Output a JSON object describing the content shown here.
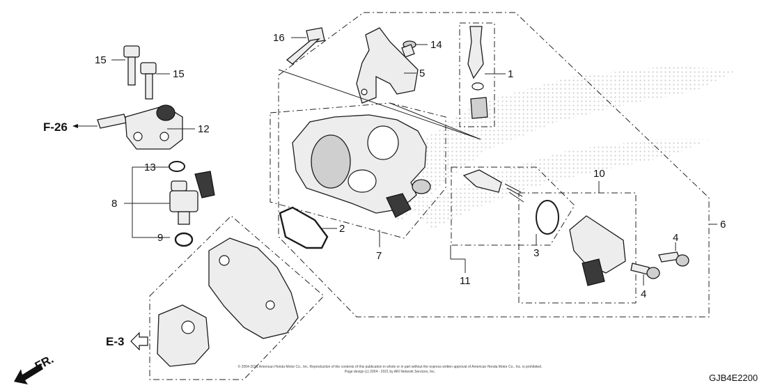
{
  "callouts": {
    "c1": "1",
    "c2": "2",
    "c3": "3",
    "c4a": "4",
    "c4b": "4",
    "c5": "5",
    "c6": "6",
    "c7": "7",
    "c8": "8",
    "c9": "9",
    "c10": "10",
    "c11": "11",
    "c12": "12",
    "c13": "13",
    "c14": "14",
    "c15a": "15",
    "c15b": "15",
    "c16": "16"
  },
  "references": {
    "f26": "F-26",
    "e3": "E-3",
    "fr": "FR."
  },
  "diagram_code": "GJB4E2200",
  "copyright": {
    "line1": "© 2004-2021 American Honda Motor Co., Inc. Reproduction of the contents of this publication in whole or in part without the express written approval of American Honda Motor Co., Inc. is prohibited.",
    "line2": "Page design (c) 2004 - 2021 by ARI Network Services, Inc."
  },
  "colors": {
    "line": "#222222",
    "watermark": "#d9d9d9"
  }
}
